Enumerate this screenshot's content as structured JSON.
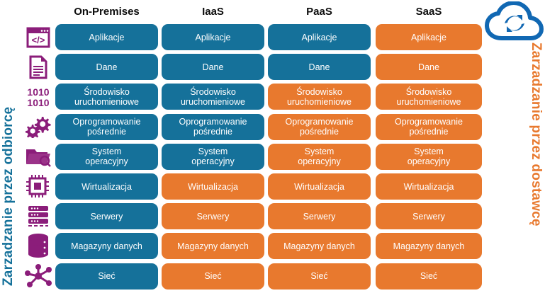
{
  "diagram": {
    "title_left_axis": "Zarzadzanie przez odbiorcę",
    "title_right_axis": "Zarzadzanie przez dostawcę",
    "logo": "cloud-sync-icon"
  },
  "colors": {
    "customer_managed": "#15719A",
    "provider_managed": "#E8792E",
    "icon_purple": "#8B1D7A",
    "header_text": "#0d0d0d",
    "background": "#ffffff"
  },
  "columns": [
    {
      "key": "on_premises",
      "label": "On-Premises"
    },
    {
      "key": "iaas",
      "label": "IaaS"
    },
    {
      "key": "paas",
      "label": "PaaS"
    },
    {
      "key": "saas",
      "label": "SaaS"
    }
  ],
  "layers": [
    {
      "key": "applications",
      "label": "Aplikacje",
      "lines": [
        "Aplikacje"
      ],
      "icon": "code-window-icon"
    },
    {
      "key": "data",
      "label": "Dane",
      "lines": [
        "Dane"
      ],
      "icon": "document-icon"
    },
    {
      "key": "runtime",
      "label": "Środowisko uruchomieniowe",
      "lines": [
        "Środowisko",
        "uruchomieniowe"
      ],
      "icon": "binary-code-icon"
    },
    {
      "key": "middleware",
      "label": "Oprogramowanie pośrednie",
      "lines": [
        "Oprogramowanie",
        "pośrednie"
      ],
      "icon": "gears-icon"
    },
    {
      "key": "os",
      "label": "System operacyjny",
      "lines": [
        "System",
        "operacyjny"
      ],
      "icon": "folder-search-icon"
    },
    {
      "key": "virtualization",
      "label": "Wirtualizacja",
      "lines": [
        "Wirtualizacja"
      ],
      "icon": "cpu-chip-icon"
    },
    {
      "key": "servers",
      "label": "Serwery",
      "lines": [
        "Serwery"
      ],
      "icon": "server-rack-icon"
    },
    {
      "key": "storage",
      "label": "Magazyny danych",
      "lines": [
        "Magazyny danych"
      ],
      "icon": "database-icon"
    },
    {
      "key": "networking",
      "label": "Sieć",
      "lines": [
        "Sieć"
      ],
      "icon": "network-nodes-icon"
    }
  ],
  "matrix": {
    "on_premises": [
      "customer",
      "customer",
      "customer",
      "customer",
      "customer",
      "customer",
      "customer",
      "customer",
      "customer"
    ],
    "iaas": [
      "customer",
      "customer",
      "customer",
      "customer",
      "customer",
      "provider",
      "provider",
      "provider",
      "provider"
    ],
    "paas": [
      "customer",
      "customer",
      "provider",
      "provider",
      "provider",
      "provider",
      "provider",
      "provider",
      "provider"
    ],
    "saas": [
      "provider",
      "provider",
      "provider",
      "provider",
      "provider",
      "provider",
      "provider",
      "provider",
      "provider"
    ]
  }
}
